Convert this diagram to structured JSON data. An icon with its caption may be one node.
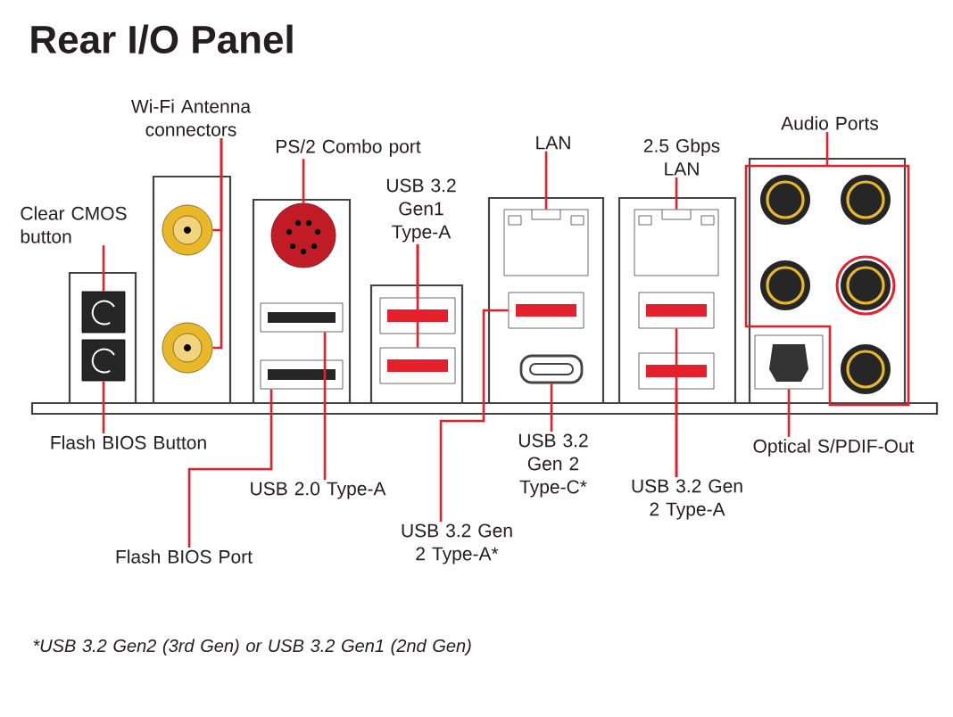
{
  "diagram": {
    "title": "Rear I/O Panel",
    "nodes": [
      {
        "text": [
          "Wi-Fi Antenna connectors"
        ]
      },
      {
        "text": [
          "PS/2 Combo port"
        ]
      },
      {
        "text": [
          "USB 3.2 Gen1 Type-A"
        ]
      },
      {
        "text": [
          "LAN"
        ]
      },
      {
        "text": [
          "2.5 Gbps LAN"
        ]
      },
      {
        "text": [
          "Audio Ports"
        ]
      },
      {
        "text": [
          "Clear CMOS button"
        ]
      },
      {
        "text": [
          "Flash BIOS Button"
        ]
      },
      {
        "text": [
          "USB 2.0 Type-A"
        ]
      },
      {
        "text": [
          "Flash BIOS Port"
        ]
      },
      {
        "text": [
          "USB 3.2 Gen 2 Type-A*"
        ]
      },
      {
        "text": [
          "USB 3.2 Gen 2 Type-C*"
        ]
      },
      {
        "text": [
          "USB 3.2 Gen 2 Type-A"
        ]
      },
      {
        "text": [
          "Optical S/PDIF-Out"
        ]
      },
      {
        "text": [],
        "shape": "box"
      },
      {
        "text": [],
        "shape": "box"
      },
      {
        "text": [],
        "shape": "circle"
      },
      {
        "text": [],
        "shape": "circle"
      },
      {
        "text": [],
        "shape": "circle"
      },
      {
        "text": [],
        "shape": "box"
      },
      {
        "text": [],
        "shape": "box"
      },
      {
        "text": [],
        "shape": "box"
      },
      {
        "text": [],
        "shape": "box"
      },
      {
        "text": [],
        "shape": "box"
      },
      {
        "text": [],
        "shape": "box"
      },
      {
        "text": [],
        "shape": "box"
      },
      {
        "text": [],
        "shape": "box"
      },
      {
        "text": [],
        "shape": "box"
      },
      {
        "text": [],
        "shape": "box"
      },
      {
        "text": [],
        "shape": "box"
      },
      {
        "text": [],
        "shape": "box"
      }
    ],
    "edges": [
      {
        "from": 0,
        "to": 16,
        "arrow": "none"
      },
      {
        "from": 0,
        "to": 17,
        "arrow": "none"
      },
      {
        "from": 1,
        "to": 18,
        "arrow": "none"
      },
      {
        "from": 2,
        "to": 21,
        "arrow": "none"
      },
      {
        "from": 2,
        "to": 22,
        "arrow": "none"
      },
      {
        "from": 3,
        "to": 23,
        "arrow": "none"
      },
      {
        "from": 4,
        "to": 26,
        "arrow": "none"
      },
      {
        "from": 5,
        "to": 29,
        "arrow": "none"
      },
      {
        "from": 6,
        "to": 14,
        "arrow": "none"
      },
      {
        "from": 7,
        "to": 15,
        "arrow": "none"
      },
      {
        "from": 8,
        "to": 19,
        "arrow": "none"
      },
      {
        "from": 9,
        "to": 20,
        "arrow": "none"
      },
      {
        "from": 10,
        "to": 24,
        "arrow": "none"
      },
      {
        "from": 11,
        "to": 25,
        "arrow": "none"
      },
      {
        "from": 12,
        "to": 28,
        "arrow": "none"
      },
      {
        "from": 12,
        "to": 27,
        "arrow": "none"
      },
      {
        "from": 13,
        "to": 30,
        "arrow": "none"
      }
    ],
    "labels": [
      "*USB 3.2 Gen2 (3rd Gen) or USB 3.2 Gen1 (2nd Gen)"
    ]
  }
}
